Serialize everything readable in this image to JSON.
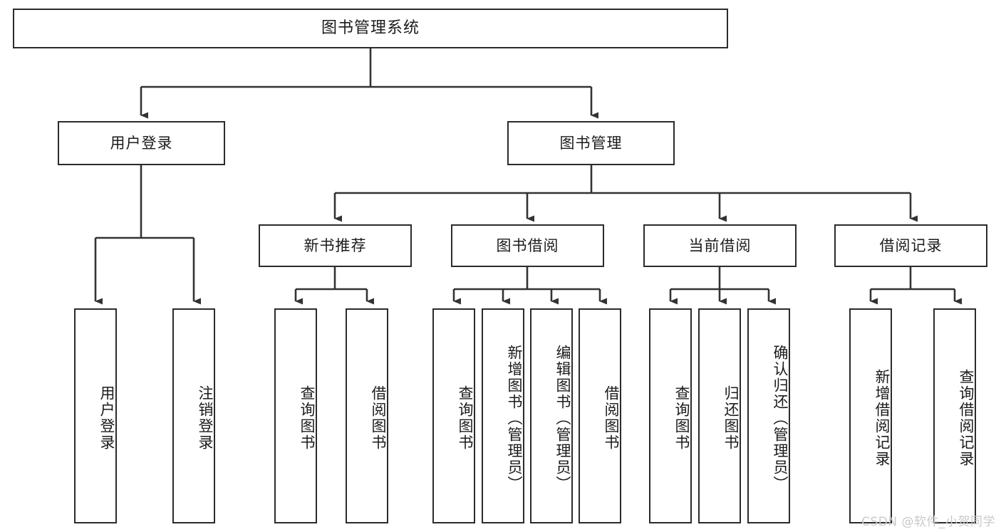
{
  "diagram": {
    "title": "图书管理系统",
    "type": "tree-hierarchy-diagram",
    "watermark": "CSDN @软件_小贺同学",
    "colors": {
      "box_border": "#2b2b2b",
      "box_fill": "#ffffff",
      "connector": "#333333",
      "text": "#1b1b1b",
      "watermark": "#c9c9c9",
      "background": "#ffffff"
    },
    "root": {
      "label": "图书管理系统"
    },
    "level1": [
      {
        "id": "user-login",
        "label": "用户登录"
      },
      {
        "id": "book-manage",
        "label": "图书管理"
      }
    ],
    "level2": [
      {
        "id": "new-book-recommend",
        "label": "新书推荐",
        "parent": "book-manage"
      },
      {
        "id": "book-borrow",
        "label": "图书借阅",
        "parent": "book-manage"
      },
      {
        "id": "current-borrow",
        "label": "当前借阅",
        "parent": "book-manage"
      },
      {
        "id": "borrow-record",
        "label": "借阅记录",
        "parent": "book-manage"
      }
    ],
    "leaves": {
      "user-login": [
        {
          "id": "leaf-user-login",
          "label": "用户登录"
        },
        {
          "id": "leaf-user-logout",
          "label": "注销登录"
        }
      ],
      "new-book-recommend": [
        {
          "id": "leaf-query-book-1",
          "label": "查询图书"
        },
        {
          "id": "leaf-borrow-book-1",
          "label": "借阅图书"
        }
      ],
      "book-borrow": [
        {
          "id": "leaf-query-book-2",
          "label": "查询图书"
        },
        {
          "id": "leaf-add-book",
          "label": "新增图书（管理员）"
        },
        {
          "id": "leaf-edit-book",
          "label": "编辑图书（管理员）"
        },
        {
          "id": "leaf-borrow-book-2",
          "label": "借阅图书"
        }
      ],
      "current-borrow": [
        {
          "id": "leaf-query-book-3",
          "label": "查询图书"
        },
        {
          "id": "leaf-return-book",
          "label": "归还图书"
        },
        {
          "id": "leaf-confirm-return",
          "label": "确认归还（管理员）"
        }
      ],
      "borrow-record": [
        {
          "id": "leaf-add-record",
          "label": "新增借阅记录"
        },
        {
          "id": "leaf-query-record",
          "label": "查询借阅记录"
        }
      ]
    }
  }
}
